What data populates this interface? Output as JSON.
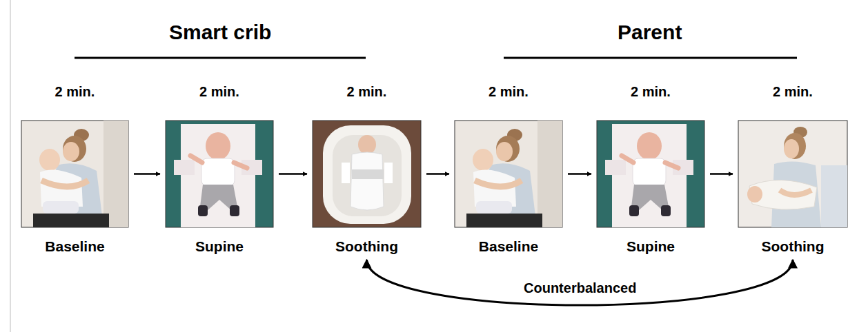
{
  "diagram": {
    "nodes": [
      {
        "text": [
          "2 min.",
          "Baseline"
        ]
      },
      {
        "text": [
          "2 min.",
          "Supine"
        ]
      },
      {
        "text": [
          "2 min.",
          "Soothing"
        ]
      },
      {
        "text": [
          "2 min.",
          "Baseline"
        ]
      },
      {
        "text": [
          "2 min.",
          "Supine"
        ]
      },
      {
        "text": [
          "2 min.",
          "Soothing"
        ]
      }
    ],
    "edges": [
      {
        "from": 0,
        "to": 1,
        "arrow": "to"
      },
      {
        "from": 1,
        "to": 2,
        "arrow": "to"
      },
      {
        "from": 2,
        "to": 3,
        "arrow": "to"
      },
      {
        "from": 3,
        "to": 4,
        "arrow": "to"
      },
      {
        "from": 4,
        "to": 5,
        "arrow": "to"
      },
      {
        "from": 2,
        "to": 5,
        "label": "Counterbalanced",
        "arrow": "both"
      }
    ],
    "labels": [
      "Smart crib",
      "Parent"
    ]
  }
}
